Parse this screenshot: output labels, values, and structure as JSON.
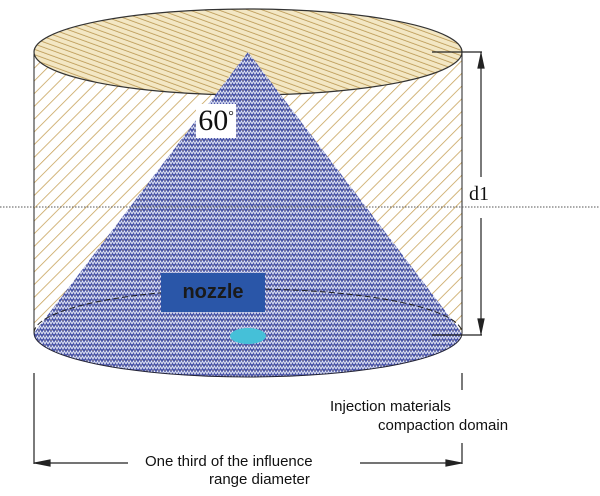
{
  "labels": {
    "angle": "60",
    "angle_unit": "°",
    "nozzle": "nozzle",
    "height_dimension": "d1",
    "domain_line1": "Injection materials",
    "domain_line2": "compaction domain",
    "width_line1": "One third of the influence",
    "width_line2": "range diameter"
  },
  "colors": {
    "hatch": "#c8a45c",
    "cone": "#4a55a8",
    "nozzle_box": "#2a56a8",
    "nozzle_outlet": "#45c0d8"
  }
}
